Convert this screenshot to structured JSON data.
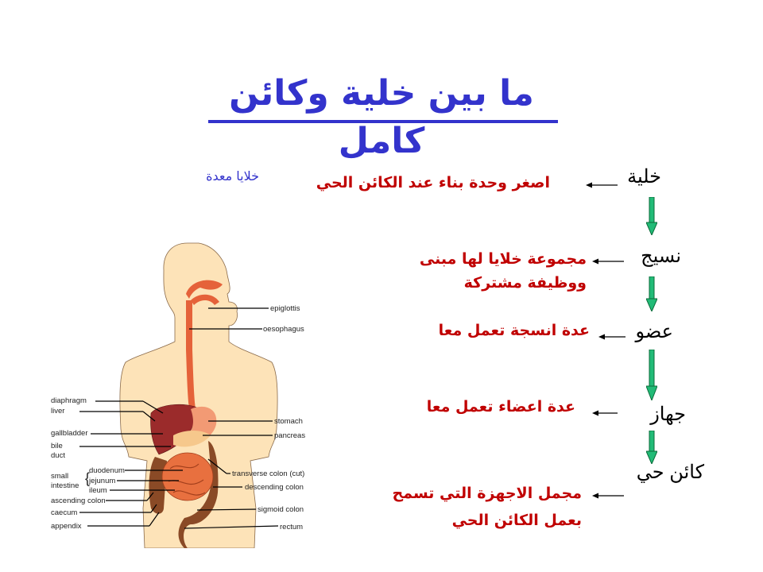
{
  "slide": {
    "title": "ما بين خلية وكائن كامل",
    "colors": {
      "title": "#3333cc",
      "definition": "#c00000",
      "example": "#3333cc",
      "down_arrow": "#22bb77",
      "term": "#000000"
    },
    "hierarchy": [
      {
        "term": "خلية",
        "definition_lines": [
          "اصغر وحدة بناء عند الكائن الحي"
        ],
        "example": "خلايا معدة"
      },
      {
        "term": "نسيج",
        "definition_lines": [
          "مجموعة خلايا لها مبنى",
          "ووظيفة مشتركة"
        ]
      },
      {
        "term": "عضو",
        "definition_lines": [
          "عدة انسجة تعمل معا"
        ]
      },
      {
        "term": "جهاز",
        "definition_lines": [
          "عدة اعضاء تعمل معا"
        ]
      },
      {
        "term": "كائن حي",
        "definition_lines": [
          "مجمل الاجهزة التي تسمح",
          "بعمل الكائن الحي"
        ]
      }
    ],
    "diagram": {
      "subject": "human digestive system",
      "labels_left": [
        "diaphragm",
        "liver",
        "gallbladder",
        "bile",
        "duct",
        "small",
        "intestine",
        "duodenum",
        "jejunum",
        "ileum",
        "ascending colon",
        "caecum",
        "appendix"
      ],
      "labels_right": [
        "epiglottis",
        "oesophagus",
        "stomach",
        "pancreas",
        "transverse colon (cut)",
        "descending colon",
        "sigmoid colon",
        "rectum"
      ]
    }
  }
}
